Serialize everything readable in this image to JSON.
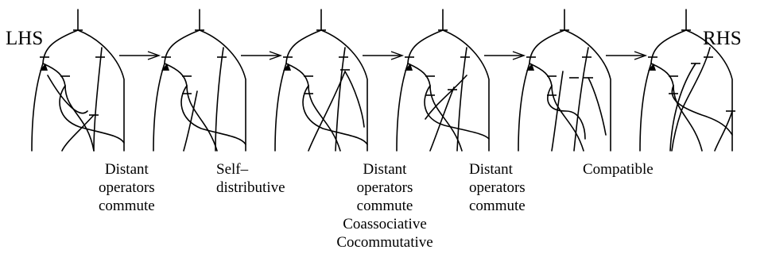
{
  "lhs_label": "LHS",
  "rhs_label": "RHS",
  "steps": [
    {
      "lines": [
        "Distant",
        "operators",
        "commute"
      ]
    },
    {
      "lines": [
        "Self–",
        "distributive"
      ]
    },
    {
      "lines": [
        "Distant",
        "operators",
        "commute",
        "Coassociative",
        "Cocommutative"
      ]
    },
    {
      "lines": [
        "Distant",
        "operators",
        "commute"
      ]
    },
    {
      "lines": [
        "Compatible"
      ]
    }
  ]
}
